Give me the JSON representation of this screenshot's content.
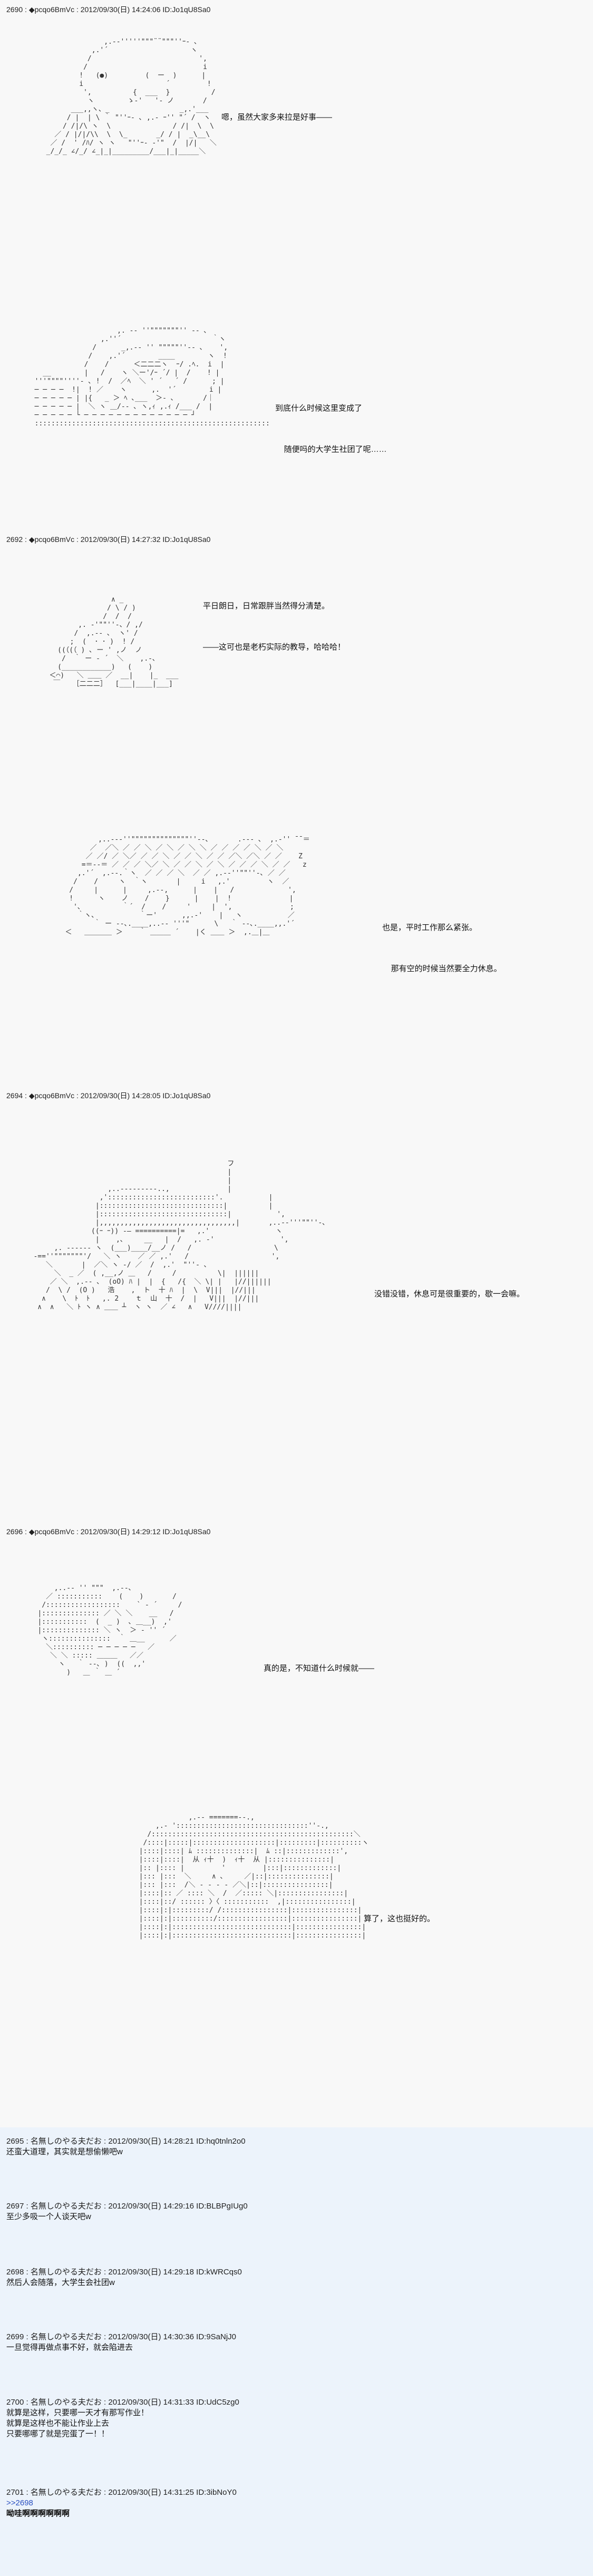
{
  "posts": [
    {
      "header": "2690 : ◆pcqo6BmVc : 2012/09/30(日) 14:24:06 ID:Jo1qU8Sa0",
      "panels": [
        {
          "aa": "                ,.-‐'''''\"\"\"¨¨\"\"\"''ｰ- ､\n             ,.'´                    ヽ\n            /                          ',\n           /                            i\n          !   (●)         (  ー  )      |\n          i                    ´         !\n           ',          {  ___  }          /\n            ヽ        ゝ‐'   '‐ ノ       /\n        ___,,ヽ、_                 _,.'___\n       / |  | \\ ｀ \"''ｰ- ､ ,.- ｰ'' \"´ /  ヽ\n      / /|/\\ ヽ  \\               / /|  \\  \\\n    ／ / |/|/\\\\  \\  \\_       _/ / |  _\\__\\\n   ／ /  ' /ﾊ/ ヽ ヽ   \"''ｰ- ‐'\"  /  |/|   ＼\n  _/_/_ ∠/_/ ∠_|_|_________/___|_|_____＼",
          "lines": [
            "嗯，虽然大家多来拉是好事——"
          ]
        },
        {
          "aa": "                      ,. -‐ ''\"\"\"\"\"\"\"'' ‐- ､\n                  ,.''´                      ｀ヽ\n                /      _,.-‐ '' \"\"\"\"\"''‐- ､    ',\n               /    ,.'´        ____        ヽ  !\n              /    /      ＜二二二ヽ  ｰ/ .ﾍ.  i  |\n    __        |   /    ヽ ＼ー'/ｰ ´/ |  /    ! |\n  '''\"\"\"\"''''‐ ､ !  /  ／ﾍ  ＼ ' ´   ´ /      ; |\n  ─ ─ ─ ─  !|  ! ／    ヽ      ,.  '´        i |\n  ─ ─ ─ ─ ─ | |{   _ ＞ ﾍ ､___  ＞- ､       /｜\n  ─ ─ ─ ─ ─ |  ＼ ヽ ＿/‐- ､ ヽ,ｨ ,.ｨ /___ /  |\n  ─ ─ ─ ─ ─ └ ─ ─ ─ ─ ─ ─ ─ ─ ─ ─ ─ ─ ─ ┘\n  :::::::::::::::::::::::::::::::::::::::::::::::::::::::::",
          "lines": [
            "到底什么时候这里变成了",
            "    随便吗的大学生社团了呢……"
          ]
        }
      ]
    },
    {
      "header": "2692 : ◆pcqo6BmVc : 2012/09/30(日) 14:27:32 ID:Jo1qU8Sa0",
      "panels": [
        {
          "aa": "                  ∧ _\n                 / \\ / )\n                /  /  /\n          ,. ‐'\"\"''‐、/ ,/\n         /  ,.-‐ ､  ヽ' /\n        ;  (  ･ ･ )  ! /\n     ((（(（ ) ､ ー ' ,ノ  ノ\n      /  ｀ ー ‐ ´  ＼    ,.-､\n     (____________)   (    )\n   ＜⌒)   ＼ ＿＿ ／  __|    |_  ___\n    ￣   ［二二二］  [___|____|___]",
          "lines": [
            "平日朗日，日常跟胖当然得分清楚。",
            "——这可也是老朽实际的教导，哈哈哈！"
          ]
        },
        {
          "aa": "           ,..-‐‐''\"\"\"\"\"\"\"\"\"\"\"\"\"\"''‐-､       .-‐‐ ､  ,.-'' ̄ ̄ ＝\n         ／  ／＼ ／ ／ ＼ ／ ＼ ／ ＼ ＼ ／ ／ ／ ／ ＼ ／ ＼\n        ／ ／/ ／ ＼／ ／ ／ ＼ ／ ／ ＼ ／ ／ ／＼ ／＼ ／ ／    Z\n       =＝--＝ ／ ／ ／ ＼／ ＼ ／ ／ ＼ ／ ＼ ／ ／ ／ ＼ ／ ／   z\n      ,.'´  ,.--.｀ヽ  ／ ／ ／ ＼  ／ ／ ,.-‐''\"\"''‐､ ／ ／\n     /    /     ヽ  ｀ヽ       |     i   ,.'         ヽ  ／\n    /     |      |     ,.--,      |    |   /             ',\n    !      ヽ    ノ    /    }      |    |  !              |\n     '､          ｀´  /    /     '     |  ',              ;\n      ｀ヽ、          ｀ー'      ,,.-'    |   ヽ           ／\n          ｀ ー ‐-､.____,..-‐ '''\"      \\   ｀ ‐-､.____,,.'´\n   ＜   ＿＿＿＿ ＞    ｀ ＿＿＿ ´    |く ＿＿ ＞  ,.＿|＿",
          "lines": [
            "也是，平时工作那么紧张。",
            "    那有空的时候当然要全力休息。"
          ]
        }
      ]
    },
    {
      "header": "2694 : ◆pcqo6BmVc : 2012/09/30(日) 14:28:05 ID:Jo1qU8Sa0",
      "panels": [
        {
          "aa": "                                                  フ\n                                                  |\n                                                  |\n                     ,..-‐‐‐‐‐‐‐-..,              |\n                   ,'::::::::::::::::::::::::::'.           |\n                  |::::::::::::::::::::::::::::::|          |\n                  |:::::::::::::::::::::::::::::::|           ',\n                  |,,,,,,,,,,,,,,,,,,,,,,,,,,,,,,,,,|       ,..-‐'''\"\"''‐､\n                 ((ｰ ｰ)) ‐― ==========|=   ,.'                ヽ\n                  |    ,､     __   |  /   ,. -'                ',\n        ,. -‐‐‐‐‐ ヽ  (___)____/__ノ /   /                    \\\n   ‐==''\"\"\"\"\"\"\"'/   ＼ ヽ    ／ ／ ,.'   /                    ',\n      ＼       |  ／＼ ヽ ‐/ ／  /  ,.'  \"''- ､\n        ＼  _ ／  ( ,__,ノ ＿   /     /          \\|  ||||||\n       ／ ＼  ,.-‐ ､  (oO) ﾊ |  |  {   /{  ＼ \\| |   |//||||||\n      /  \\ /  (O )   浩    ,  ト  十 ﾊ  |  \\  V|||  |//|||\n     ∧    \\  ﾄ  ﾄ   ,. 2    ｔ  山  十  /  |   V|||  |//|||\n    ∧  ∧   ＼ ﾄ ヽ ∧ ＿＿ ┴  ヽ ヽ  ／ ∠   ∧   V////||||",
          "lines": [
            "没错没错，休息可是很重要的，歇一会嘛。"
          ]
        }
      ]
    },
    {
      "header": "2696 : ◆pcqo6BmVc : 2012/09/30(日) 14:29:12 ID:Jo1qU8Sa0",
      "panels": [
        {
          "aa": "       ,..-‐ '' \"\"\"  ,.--､\n     ／ :::::::::::    (    )       /\n    /::::::::::::::::::    ` ‐ ´     /\n   |:::::::::::::: ／ ＼ ＼    __   /\n   |:::::::::::  (  _ )  ､ ＿__)  ,'\n   |:::::::::::::: ＼ ヽ  ＞ ‐ '' ´\n    ヽ:::::::::::::::  ｀ ＿__      ／\n     ＼:::::::::: ─ ─ ─ ─ ─   ／\n      ＼ ＼ ::::: ＿＿＿   ／／\n        ヽ   ｀ ‐-､ )  ((  ,,'\n          )   ＿ ｀ ＿ ´",
          "lines": [
            "真的是，不知道什么时候就——"
          ]
        },
        {
          "aa": "                               ,.-‐ =======‐-.,\n                       ,.- '::::::::::::::::::::::::::::::::''-.,\n                     /:::::::::::::::::::::::::::::::::::::::::::::::::＼\n                    /::::|:::::|::::::::::::::::::::|:::::::::|::::::::::ヽ\n                   |::::|::::| ﾑ ::::::::::::::|  ﾑ ::|:::::::::::::',\n                   |::::|::::|  从 ｨ十  )  ｨ十  从 |:::::::::::::::|\n                   |:: |:::: |         '         |:::|:::::::::::::|\n                   |::: |:::  ＼     ∧ ､     ／|::|:::::::::::::::|\n                   |::: |:::  /＼ ‐ ‐ ‐ ‐ ／＼|::|::::::::::::::::|\n                   |::::|:: ／ :::: ＼  /  ／::::: ＼|::::::::::::::::|\n                   |::::|::/ :::::: 〉〈 :::::::::::  ,|::::::::::::::::|\n                   |::::|:|:::::::::/ /::::::::::::::::|::::::::::::::::|\n                   |::::|:|::::::::::/:::::::::::::::::|::::::::::::::::|\n                   |::::|:|:::::::::::::::::::::::::::::|::::::::::::::::|\n                   |::::|:|:::::::::::::::::::::::::::::|::::::::::::::::|",
          "lines": [
            "算了，这也挺好的。"
          ]
        }
      ]
    }
  ],
  "replies": [
    {
      "header": "2695 : 名無しのやる夫だお : 2012/09/30(日) 14:28:21 ID:hq0tnln2o0",
      "body": "还蛮大道理，其实就是想偷懒吧w",
      "style": "plain"
    },
    {
      "header": "2697 : 名無しのやる夫だお : 2012/09/30(日) 14:29:16 ID:BLBPgIUg0",
      "body": "至少多吸一个人谈天吧w",
      "style": "plain"
    },
    {
      "header": "2698 : 名無しのやる夫だお : 2012/09/30(日) 14:29:18 ID:kWRCqs0",
      "body": "然后人会随落，大学生会社团w",
      "style": "plain"
    },
    {
      "header": "2699 : 名無しのやる夫だお : 2012/09/30(日) 14:30:36 ID:9SaNjJ0",
      "body": "一旦觉得再做点事不好，就会陷进去",
      "style": "plain"
    },
    {
      "header": "2700 : 名無しのやる夫だお : 2012/09/30(日) 14:31:33 ID:UdC5zg0",
      "body": "就算是这样，只要哪一天才有那写作业！\n就算是这样也不能让作业上去\n只要哪哪了就是完蛋了一！！",
      "style": "plain"
    },
    {
      "header": "2701 : 名無しのやる夫だお : 2012/09/30(日) 14:31:25 ID:3ibNoY0",
      "body": ">>2698",
      "style": "link",
      "extra": "呦哇啊啊啊啊啊啊"
    }
  ]
}
